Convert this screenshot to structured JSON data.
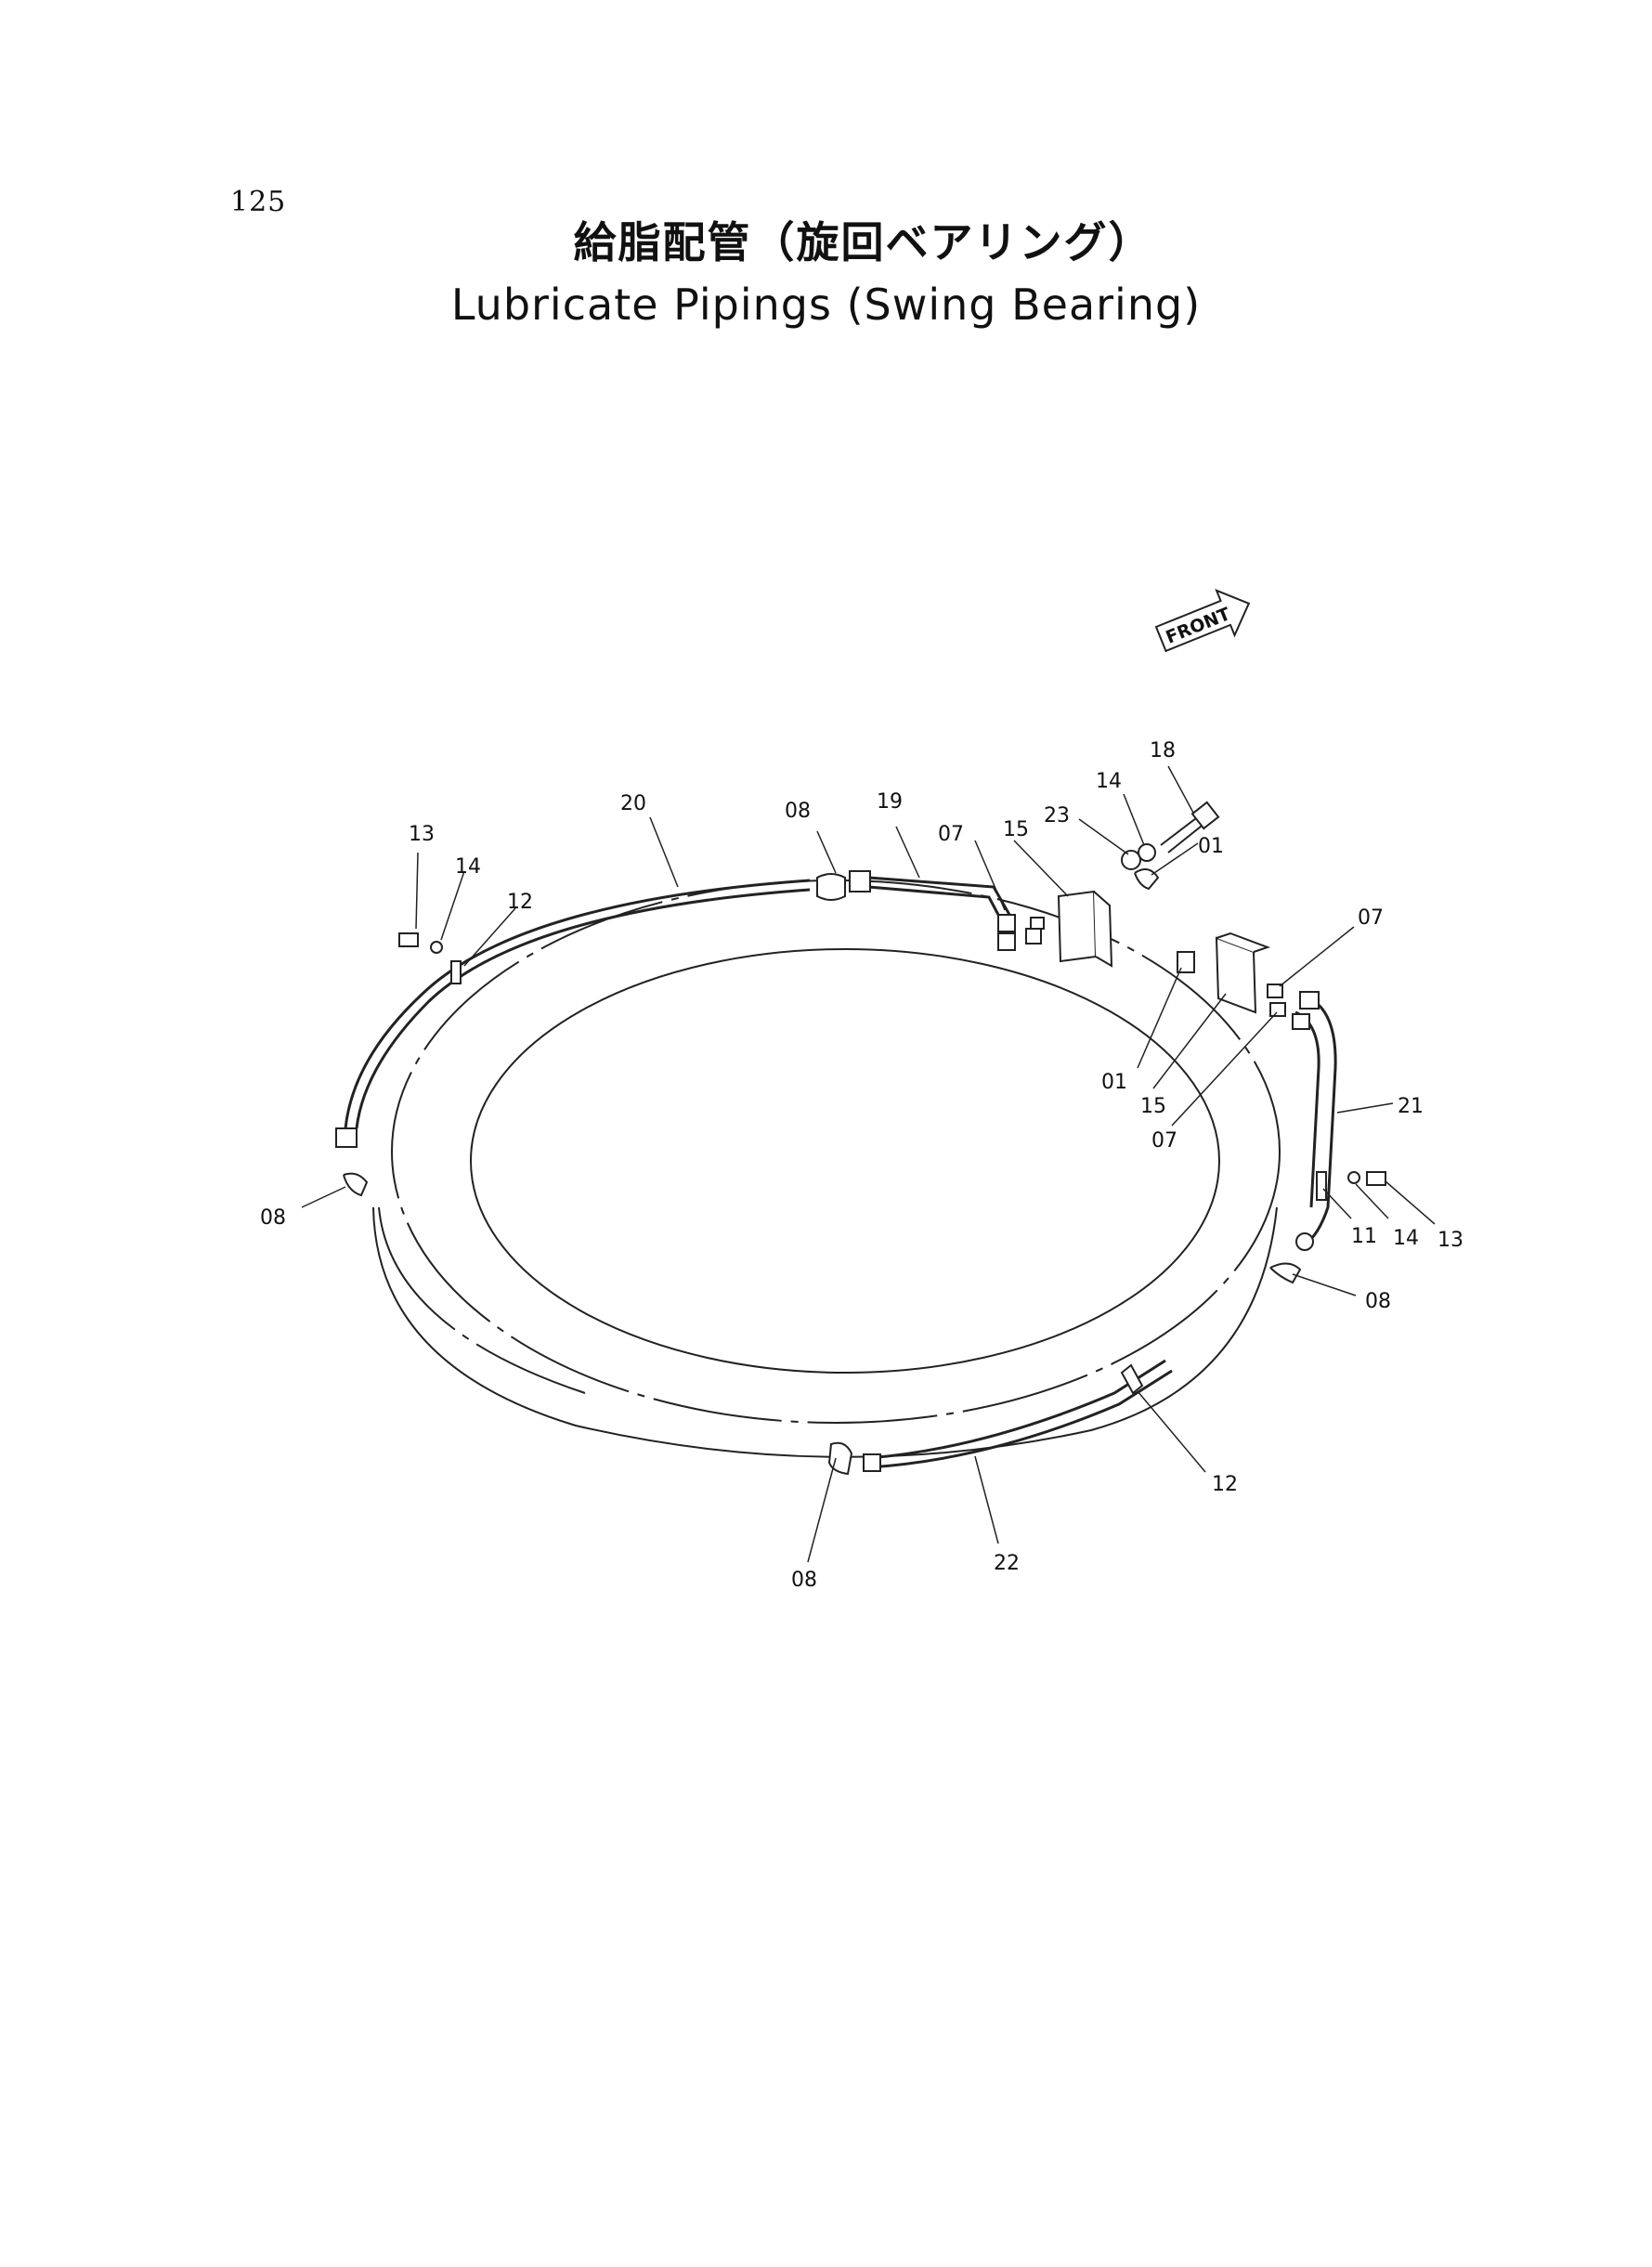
{
  "page": {
    "number": "125"
  },
  "title": {
    "japanese": "給脂配管（旋回ベアリング）",
    "english": "Lubricate Pipings (Swing Bearing)"
  },
  "front_marker": {
    "text": "FRONT"
  },
  "callouts": [
    {
      "label": "13"
    },
    {
      "label": "14"
    },
    {
      "label": "12"
    },
    {
      "label": "20"
    },
    {
      "label": "08"
    },
    {
      "label": "19"
    },
    {
      "label": "07"
    },
    {
      "label": "15"
    },
    {
      "label": "23"
    },
    {
      "label": "14"
    },
    {
      "label": "18"
    },
    {
      "label": "01"
    },
    {
      "label": "07"
    },
    {
      "label": "01"
    },
    {
      "label": "15"
    },
    {
      "label": "07"
    },
    {
      "label": "21"
    },
    {
      "label": "08"
    },
    {
      "label": "11"
    },
    {
      "label": "14"
    },
    {
      "label": "13"
    },
    {
      "label": "08"
    },
    {
      "label": "12"
    },
    {
      "label": "08"
    },
    {
      "label": "22"
    }
  ]
}
